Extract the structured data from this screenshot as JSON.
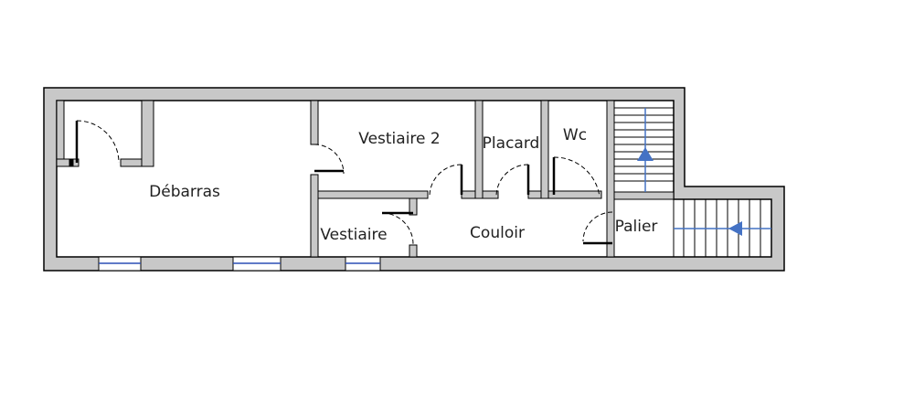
{
  "colors": {
    "wall_fill": "#c8c8c8",
    "wall_stroke": "#000000",
    "window": "#2b4fb5",
    "arrow": "#4472c4",
    "text": "#222222"
  },
  "rooms": {
    "debarras": "Débarras",
    "vestiaire_2": "Vestiaire 2",
    "placard": "Placard",
    "wc": "Wc",
    "vestiaire": "Vestiaire",
    "couloir": "Couloir",
    "palier": "Palier"
  },
  "icons": {
    "stair_up_arrow": "stair-up-arrow-icon",
    "stair_left_arrow": "stair-left-arrow-icon"
  }
}
